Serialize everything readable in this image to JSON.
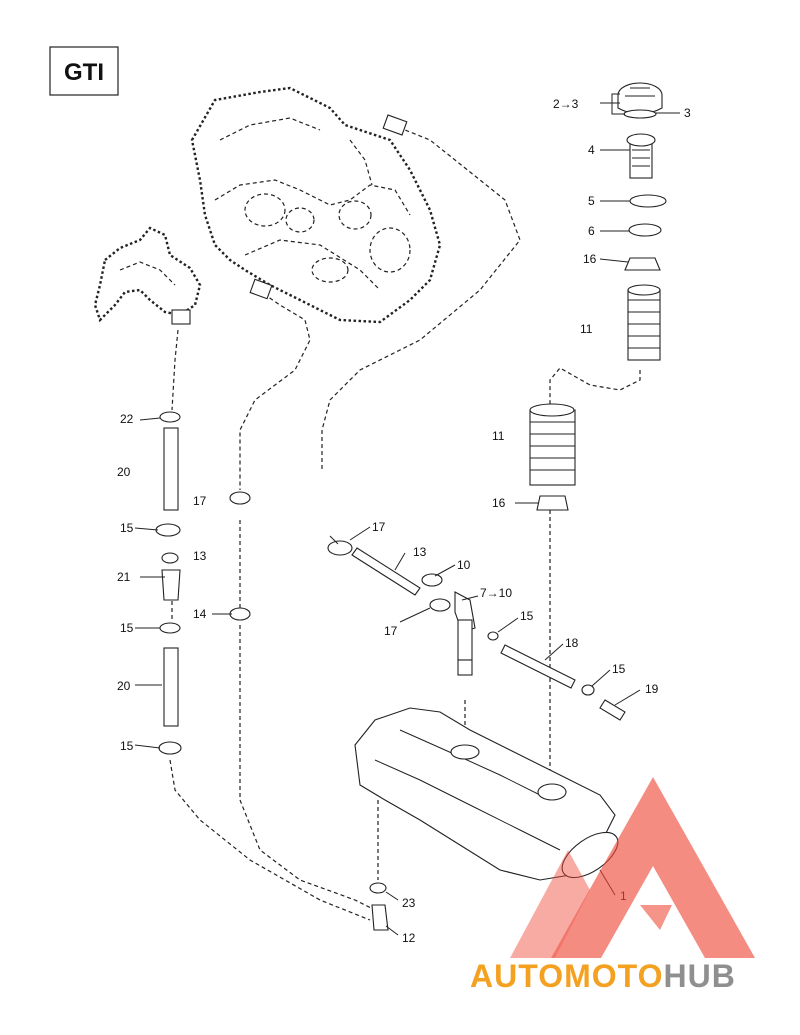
{
  "title": "GTI",
  "callouts": {
    "c1": "1",
    "c2to3": "2→3",
    "c3": "3",
    "c4": "4",
    "c5": "5",
    "c6": "6",
    "c16a": "16",
    "c11a": "11",
    "c11b": "11",
    "c16b": "16",
    "c22": "22",
    "c20a": "20",
    "c17a": "17",
    "c15a": "15",
    "c13a": "13",
    "c21": "21",
    "c14": "14",
    "c15b": "15",
    "c20b": "20",
    "c15c": "15",
    "c17b": "17",
    "c13b": "13",
    "c10": "10",
    "c7to10": "7→10",
    "c17c": "17",
    "c15d": "15",
    "c18": "18",
    "c15e": "15",
    "c19": "19",
    "c23": "23",
    "c12": "12"
  },
  "watermark": {
    "part1": "AUTO",
    "part2": "MOTO",
    "part3": "HUB",
    "color_primary": "#f4a020",
    "color_secondary": "#9a9a9a",
    "triangle_color": "#ee4b3a"
  }
}
